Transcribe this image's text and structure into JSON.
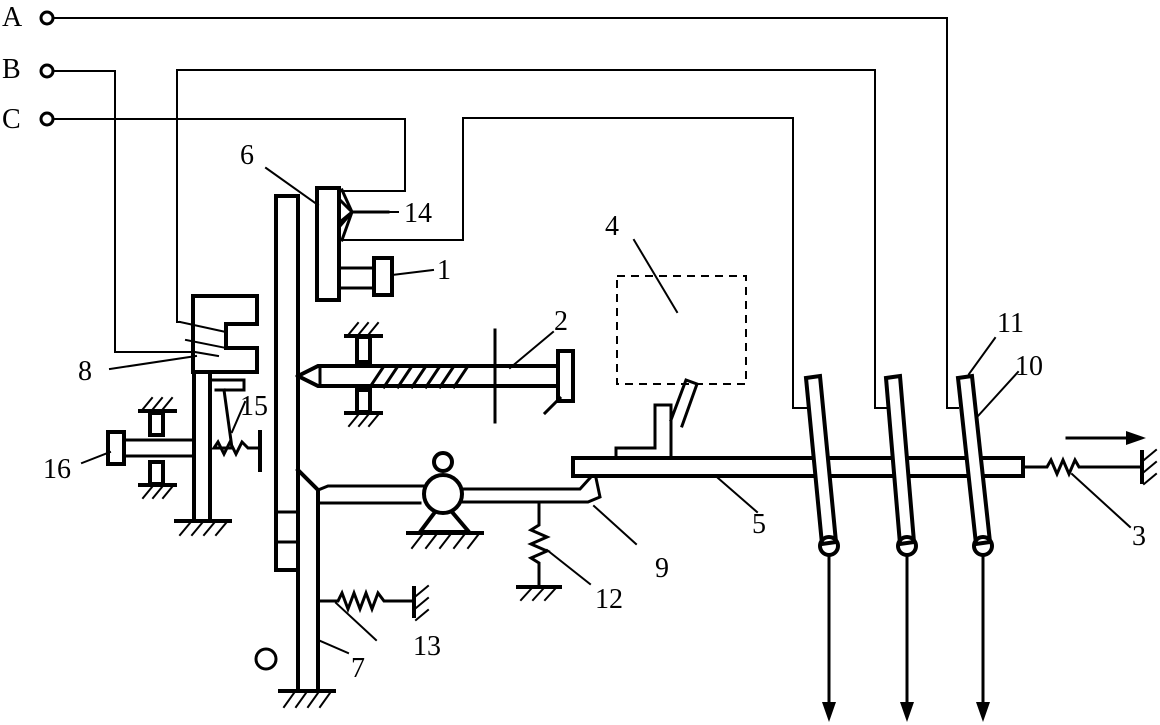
{
  "terminals": [
    {
      "id": "A",
      "label": "A"
    },
    {
      "id": "B",
      "label": "B"
    },
    {
      "id": "C",
      "label": "C"
    }
  ],
  "component_labels": {
    "l1": "1",
    "l2": "2",
    "l3": "3",
    "l4": "4",
    "l5": "5",
    "l6": "6",
    "l7": "7",
    "l8": "8",
    "l9": "9",
    "l10": "10",
    "l11": "11",
    "l12": "12",
    "l13": "13",
    "l14": "14",
    "l15": "15",
    "l16": "16"
  },
  "colors": {
    "stroke": "#000000",
    "background": "#ffffff"
  }
}
